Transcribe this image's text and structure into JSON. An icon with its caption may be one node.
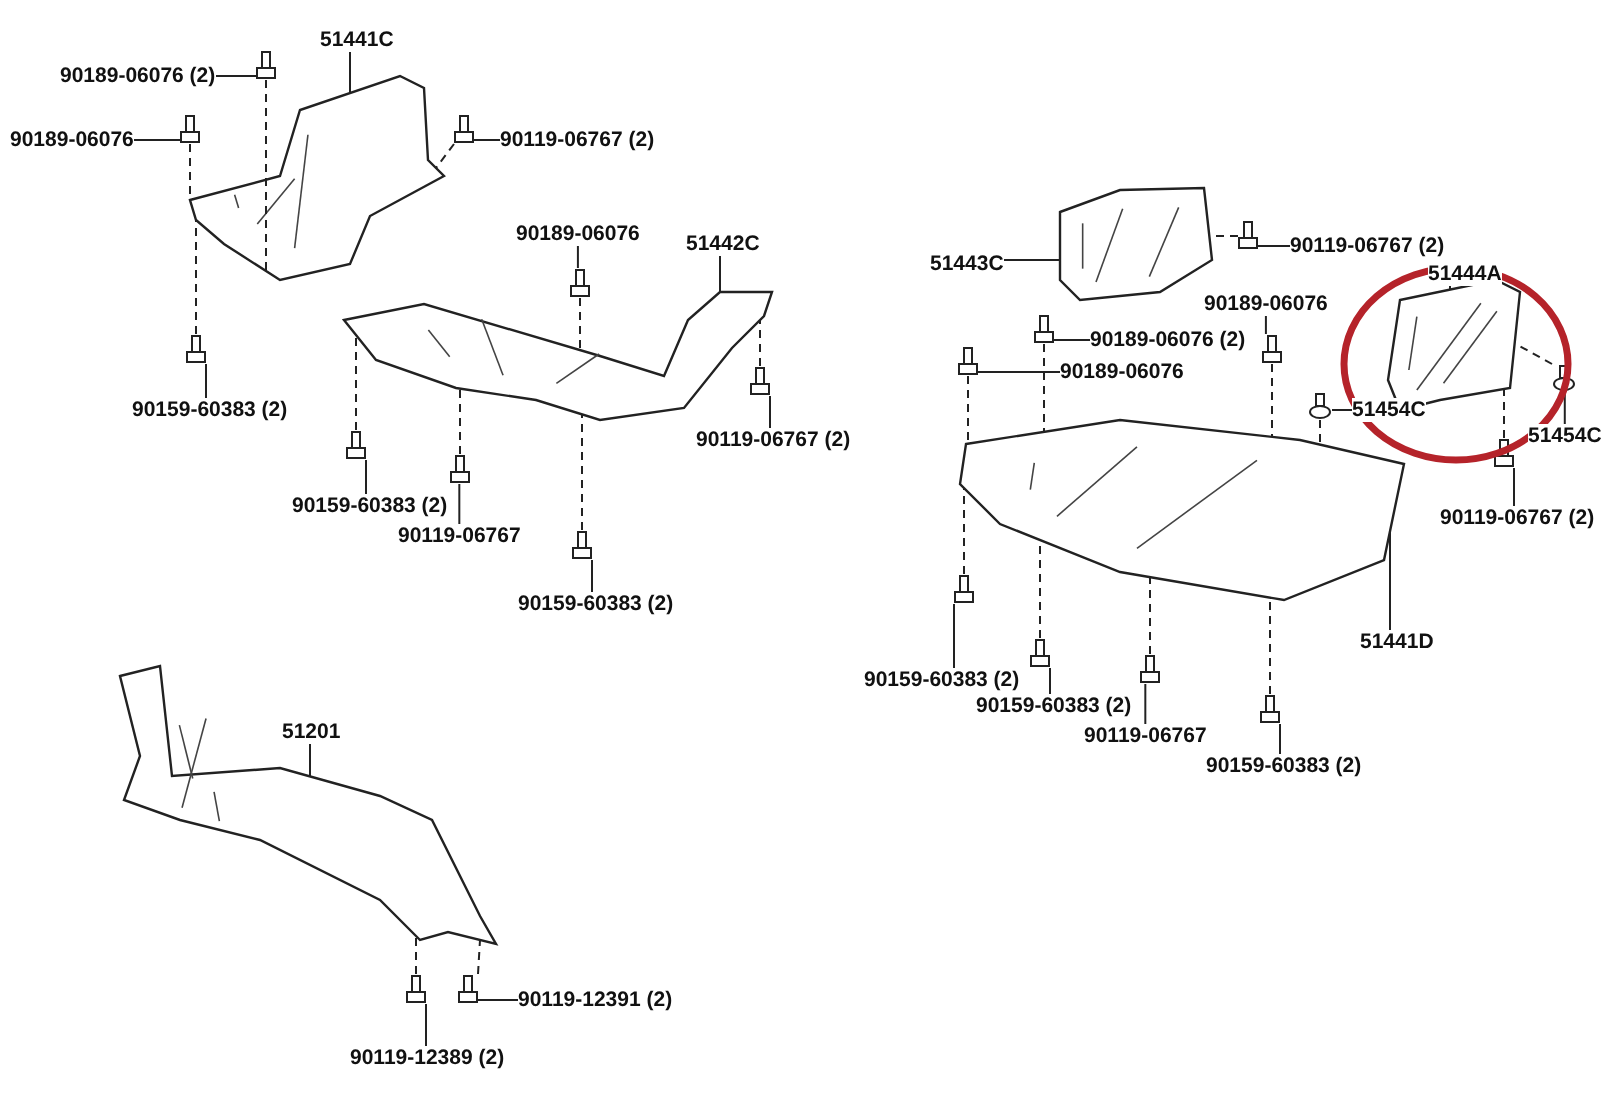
{
  "diagram": {
    "nodes": [
      {
        "text": [
          "51441C"
        ]
      },
      {
        "text": [
          "90189-06076 (2)"
        ]
      },
      {
        "text": [
          "90189-06076"
        ]
      },
      {
        "text": [
          "90119-06767 (2)"
        ]
      },
      {
        "text": [
          "90189-06076"
        ]
      },
      {
        "text": [
          "51442C"
        ]
      },
      {
        "text": [
          "90159-60383 (2)"
        ]
      },
      {
        "text": [
          "90119-06767 (2)"
        ]
      },
      {
        "text": [
          "90159-60383 (2)"
        ]
      },
      {
        "text": [
          "90119-06767"
        ]
      },
      {
        "text": [
          "90159-60383 (2)"
        ]
      },
      {
        "text": [
          "51201"
        ]
      },
      {
        "text": [
          "90119-12391 (2)"
        ]
      },
      {
        "text": [
          "90119-12389 (2)"
        ]
      },
      {
        "text": [
          "51443C"
        ]
      },
      {
        "text": [
          "90119-06767 (2)"
        ]
      },
      {
        "text": [
          "51444A"
        ]
      },
      {
        "text": [
          "90189-06076"
        ]
      },
      {
        "text": [
          "90189-06076 (2)"
        ]
      },
      {
        "text": [
          "90189-06076"
        ]
      },
      {
        "text": [
          "51454C"
        ]
      },
      {
        "text": [
          "51454C"
        ]
      },
      {
        "text": [
          "90119-06767 (2)"
        ]
      },
      {
        "text": [
          "51441D"
        ]
      },
      {
        "text": [
          "90159-60383 (2)"
        ]
      },
      {
        "text": [
          "90159-60383 (2)"
        ]
      },
      {
        "text": [
          "90119-06767"
        ]
      },
      {
        "text": [
          "90159-60383 (2)"
        ]
      },
      {
        "text": [],
        "shape": "picture"
      },
      {
        "text": [],
        "shape": "picture"
      },
      {
        "text": [],
        "shape": "picture"
      },
      {
        "text": [],
        "shape": "picture"
      },
      {
        "text": [],
        "shape": "picture"
      },
      {
        "text": [],
        "shape": "picture"
      },
      {
        "text": [],
        "shape": "bolt"
      },
      {
        "text": [],
        "shape": "bolt"
      },
      {
        "text": [],
        "shape": "bolt"
      },
      {
        "text": [],
        "shape": "bolt"
      },
      {
        "text": [],
        "shape": "bolt"
      },
      {
        "text": [],
        "shape": "bolt"
      },
      {
        "text": [],
        "shape": "bolt"
      },
      {
        "text": [],
        "shape": "bolt"
      },
      {
        "text": [],
        "shape": "bolt"
      },
      {
        "text": [],
        "shape": "bolt"
      },
      {
        "text": [],
        "shape": "bolt"
      },
      {
        "text": [],
        "shape": "bolt"
      },
      {
        "text": [],
        "shape": "bolt"
      },
      {
        "text": [],
        "shape": "bolt"
      },
      {
        "text": [],
        "shape": "bolt"
      },
      {
        "text": [],
        "shape": "bolt"
      },
      {
        "text": [],
        "shape": "bolt"
      },
      {
        "text": [],
        "shape": "bolt"
      },
      {
        "text": [],
        "shape": "bolt"
      },
      {
        "text": [],
        "shape": "bolt"
      },
      {
        "text": [],
        "shape": "clip"
      },
      {
        "text": [],
        "shape": "clip"
      }
    ],
    "edges": [
      {
        "from": 0,
        "to": 28,
        "arrow": "none"
      },
      {
        "from": 1,
        "to": 34,
        "arrow": "none"
      },
      {
        "from": 2,
        "to": 35,
        "arrow": "none"
      },
      {
        "from": 3,
        "to": 36,
        "arrow": "none"
      },
      {
        "from": 4,
        "to": 37,
        "arrow": "none"
      },
      {
        "from": 5,
        "to": 29,
        "arrow": "none"
      },
      {
        "from": 6,
        "to": 38,
        "arrow": "none"
      },
      {
        "from": 7,
        "to": 39,
        "arrow": "none"
      },
      {
        "from": 8,
        "to": 40,
        "arrow": "none"
      },
      {
        "from": 9,
        "to": 41,
        "arrow": "none"
      },
      {
        "from": 10,
        "to": 42,
        "arrow": "none"
      },
      {
        "from": 11,
        "to": 33,
        "arrow": "none"
      },
      {
        "from": 12,
        "to": 43,
        "arrow": "none"
      },
      {
        "from": 13,
        "to": 44,
        "arrow": "none"
      },
      {
        "from": 14,
        "to": 30,
        "arrow": "none"
      },
      {
        "from": 15,
        "to": 45,
        "arrow": "none"
      },
      {
        "from": 16,
        "to": 31,
        "arrow": "none"
      },
      {
        "from": 17,
        "to": 46,
        "arrow": "none"
      },
      {
        "from": 18,
        "to": 47,
        "arrow": "none"
      },
      {
        "from": 19,
        "to": 48,
        "arrow": "none"
      },
      {
        "from": 20,
        "to": 55,
        "arrow": "none"
      },
      {
        "from": 21,
        "to": 54,
        "arrow": "none"
      },
      {
        "from": 22,
        "to": 49,
        "arrow": "none"
      },
      {
        "from": 23,
        "to": 32,
        "arrow": "none"
      },
      {
        "from": 24,
        "to": 50,
        "arrow": "none"
      },
      {
        "from": 25,
        "to": 51,
        "arrow": "none"
      },
      {
        "from": 26,
        "to": 52,
        "arrow": "none"
      },
      {
        "from": 27,
        "to": 53,
        "arrow": "none"
      },
      {
        "from": 34,
        "to": 28,
        "arrow": "none",
        "style": "dashed"
      },
      {
        "from": 35,
        "to": 28,
        "arrow": "none",
        "style": "dashed"
      },
      {
        "from": 36,
        "to": 28,
        "arrow": "none",
        "style": "dashed"
      },
      {
        "from": 38,
        "to": 28,
        "arrow": "none",
        "style": "dashed"
      },
      {
        "from": 37,
        "to": 29,
        "arrow": "none",
        "style": "dashed"
      },
      {
        "from": 39,
        "to": 29,
        "arrow": "none",
        "style": "dashed"
      },
      {
        "from": 40,
        "to": 29,
        "arrow": "none",
        "style": "dashed"
      },
      {
        "from": 41,
        "to": 29,
        "arrow": "none",
        "style": "dashed"
      },
      {
        "from": 42,
        "to": 29,
        "arrow": "none",
        "style": "dashed"
      },
      {
        "from": 43,
        "to": 33,
        "arrow": "none",
        "style": "dashed"
      },
      {
        "from": 44,
        "to": 33,
        "arrow": "none",
        "style": "dashed"
      },
      {
        "from": 45,
        "to": 30,
        "arrow": "none",
        "style": "dashed"
      },
      {
        "from": 46,
        "to": 32,
        "arrow": "none",
        "style": "dashed"
      },
      {
        "from": 47,
        "to": 32,
        "arrow": "none",
        "style": "dashed"
      },
      {
        "from": 48,
        "to": 32,
        "arrow": "none",
        "style": "dashed"
      },
      {
        "from": 49,
        "to": 31,
        "arrow": "none",
        "style": "dashed"
      },
      {
        "from": 55,
        "to": 31,
        "arrow": "none",
        "style": "dashed"
      },
      {
        "from": 54,
        "to": 32,
        "arrow": "none",
        "style": "dashed"
      },
      {
        "from": 50,
        "to": 32,
        "arrow": "none",
        "style": "dashed"
      },
      {
        "from": 51,
        "to": 32,
        "arrow": "none",
        "style": "dashed"
      },
      {
        "from": 52,
        "to": 32,
        "arrow": "none",
        "style": "dashed"
      },
      {
        "from": 53,
        "to": 32,
        "arrow": "none",
        "style": "dashed"
      }
    ]
  }
}
